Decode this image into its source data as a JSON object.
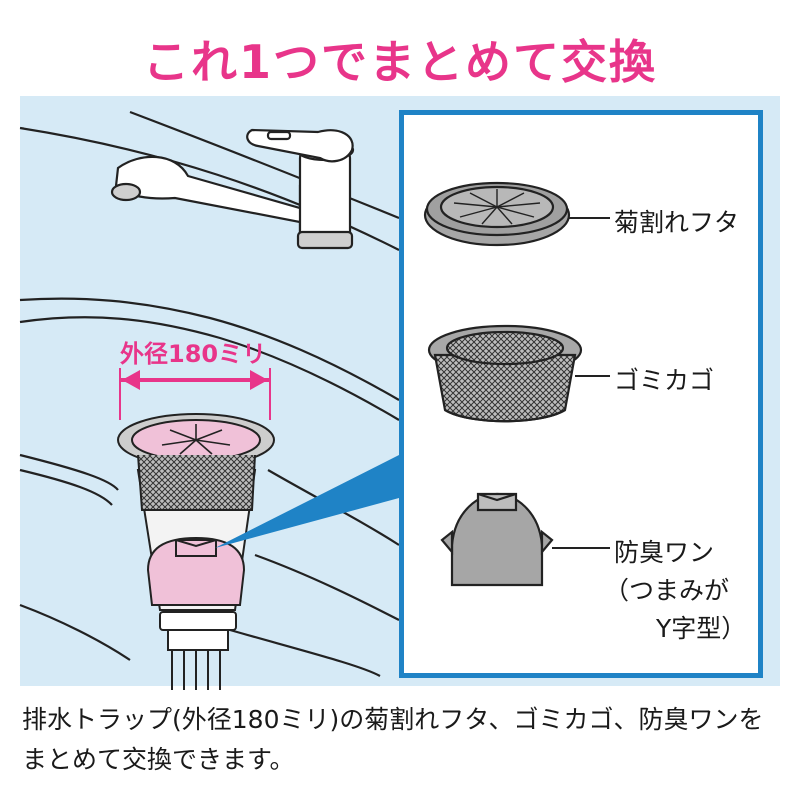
{
  "headline": "これ1つでまとめて交換",
  "dimension_label": "外径180ミリ",
  "parts": [
    {
      "label": "菊割れフタ"
    },
    {
      "label": "ゴミカゴ"
    },
    {
      "label": "防臭ワン"
    },
    {
      "label": "（つまみが"
    },
    {
      "label": "Y字型）"
    }
  ],
  "caption": {
    "line1": "排水トラップ(外径180ミリ)の菊割れフタ、ゴミカゴ、防臭ワンを",
    "line2": "まとめて交換できます。"
  },
  "colors": {
    "accent_pink": "#e8358a",
    "frame_blue": "#1f83c6",
    "background_blue": "#d6eaf6",
    "part_gray": "#a0a0a0"
  }
}
